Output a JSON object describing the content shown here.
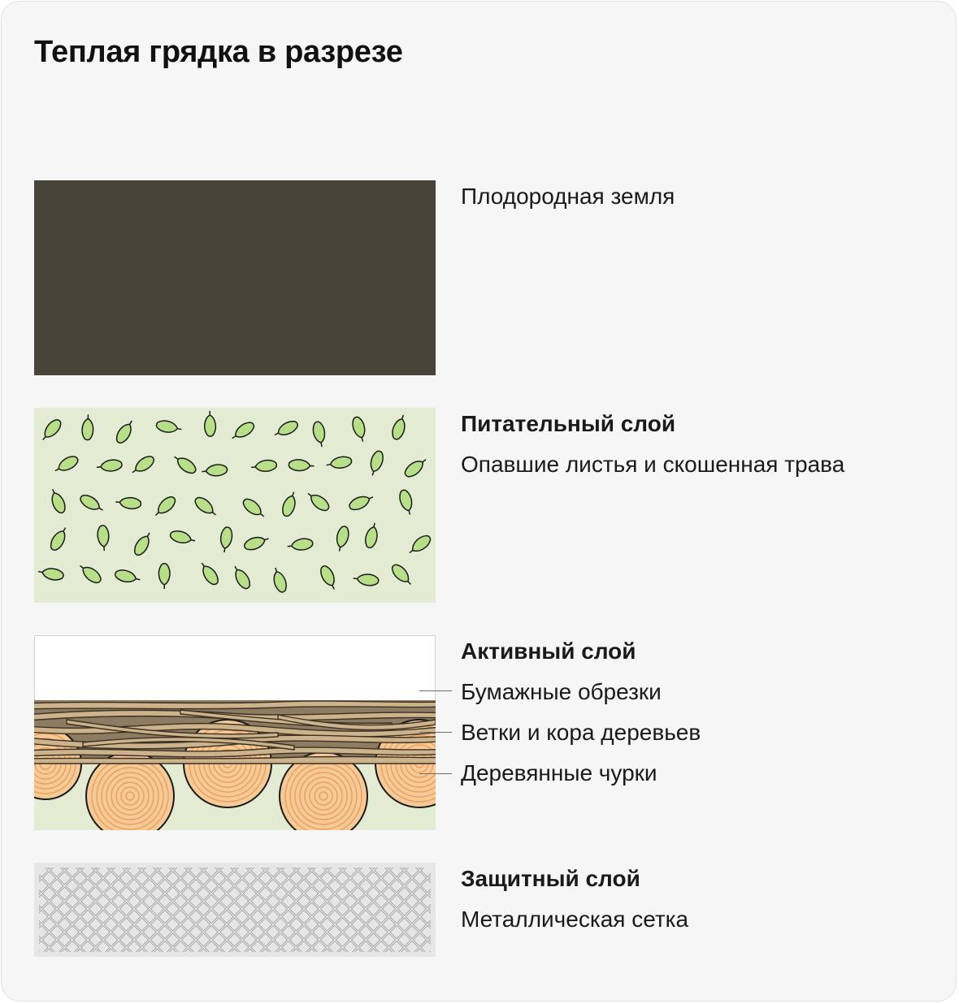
{
  "title": "Теплая грядка в разрезе",
  "layers": {
    "fertile": {
      "caption": "Плодородная земля"
    },
    "nutrient": {
      "heading": "Питательный слой",
      "caption": "Опавшие листья и скошенная трава"
    },
    "active": {
      "heading": "Активный слой",
      "items": [
        "Бумажные обрезки",
        "Ветки и кора деревьев",
        "Деревянные чурки"
      ]
    },
    "protective": {
      "heading": "Защитный слой",
      "caption": "Металлическая сетка"
    }
  },
  "colors": {
    "card_background": "#f6f6f7",
    "soil": "#48443a",
    "carrot": "#f7ad2f",
    "carrot_tops": "#5cb65a",
    "leaf_layer_background": "#e3ebd2",
    "leaf": "#b7df88",
    "paper": "#ffffff",
    "branches": "#cdb38c",
    "wood_rings": "#e9a05e",
    "mesh_background": "#e6e6e6",
    "mesh_wire": "#a4a4a4"
  }
}
